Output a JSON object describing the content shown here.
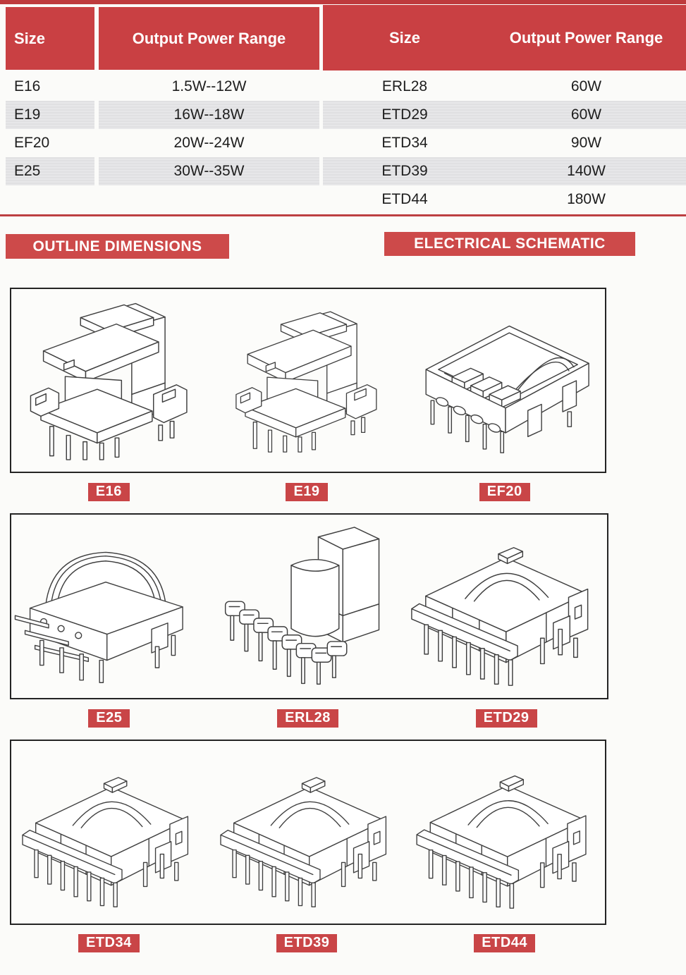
{
  "tables": {
    "left": {
      "headers": [
        "Size",
        "Output Power Range"
      ],
      "rows": [
        {
          "size": "E16",
          "power": "1.5W--12W"
        },
        {
          "size": "E19",
          "power": "16W--18W"
        },
        {
          "size": "EF20",
          "power": "20W--24W"
        },
        {
          "size": "E25",
          "power": "30W--35W"
        }
      ]
    },
    "right": {
      "headers": [
        "Size",
        "Output Power Range"
      ],
      "rows": [
        {
          "size": "ERL28",
          "power": "60W"
        },
        {
          "size": "ETD29",
          "power": "60W"
        },
        {
          "size": "ETD34",
          "power": "90W"
        },
        {
          "size": "ETD39",
          "power": "140W"
        },
        {
          "size": "ETD44",
          "power": "180W"
        }
      ]
    }
  },
  "sections": {
    "outline_dimensions": "OUTLINE DIMENSIONS",
    "electrical_schematic": "ELECTRICAL SCHEMATIC"
  },
  "figures": {
    "row1": [
      {
        "label": "E16"
      },
      {
        "label": "E19"
      },
      {
        "label": "EF20"
      }
    ],
    "row2": [
      {
        "label": "E25"
      },
      {
        "label": "ERL28"
      },
      {
        "label": "ETD29"
      }
    ],
    "row3": [
      {
        "label": "ETD34"
      },
      {
        "label": "ETD39"
      },
      {
        "label": "ETD44"
      }
    ]
  },
  "colors": {
    "table_header_red": "#c94043",
    "banner_red": "#cd4a4a",
    "badge_red": "#c94547",
    "rule_red": "#bd3f42",
    "row_stripe_gray": "#e4e4e6"
  }
}
